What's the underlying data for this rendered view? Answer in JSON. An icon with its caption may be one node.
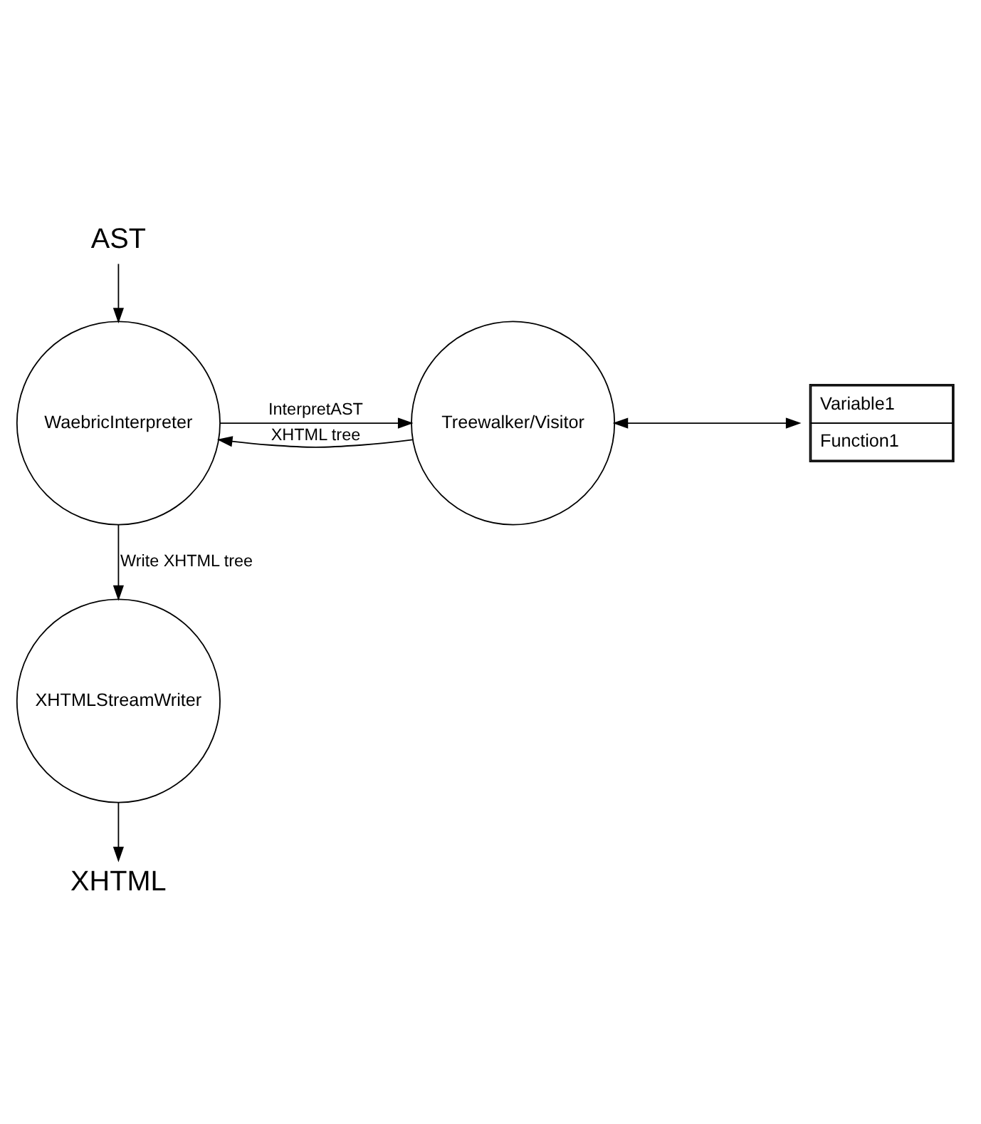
{
  "diagram": {
    "nodes": [
      {
        "text": [
          "AST"
        ]
      },
      {
        "text": [
          "WaebricInterpreter"
        ]
      },
      {
        "text": [
          "Treewalker/Visitor"
        ]
      },
      {
        "text": [
          "Variable1",
          "Function1"
        ]
      },
      {
        "text": [
          "XHTMLStreamWriter"
        ]
      },
      {
        "text": [
          "XHTML"
        ]
      }
    ],
    "edges": [
      {
        "from": 0,
        "to": 1,
        "arrow": "to"
      },
      {
        "from": 1,
        "to": 2,
        "arrow": "to",
        "label": "InterpretAST"
      },
      {
        "from": 2,
        "to": 1,
        "arrow": "to",
        "label": "XHTML tree"
      },
      {
        "from": 2,
        "to": 3,
        "arrow": "both"
      },
      {
        "from": 1,
        "to": 4,
        "arrow": "to",
        "label": "Write XHTML tree"
      },
      {
        "from": 4,
        "to": 5,
        "arrow": "to"
      }
    ]
  }
}
